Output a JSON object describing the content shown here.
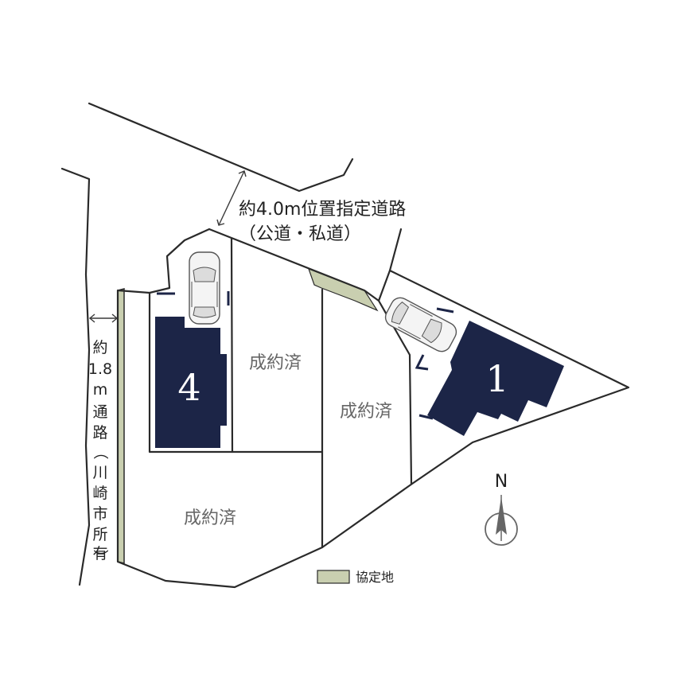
{
  "road": {
    "label_line1": "約4.0m位置指定道路",
    "label_line2": "（公道・私道）"
  },
  "walkway": {
    "chars": [
      "約",
      "1.8",
      "m",
      "通",
      "路",
      "（",
      "川",
      "崎",
      "市",
      "所",
      "有",
      "）"
    ]
  },
  "lots": [
    {
      "number": "4"
    },
    {
      "number": "1"
    }
  ],
  "sold_labels": [
    "成約済",
    "成約済",
    "成約済"
  ],
  "legend": {
    "label": "協定地",
    "swatch_color": "#c9cfb0"
  },
  "compass": {
    "north_label": "N"
  },
  "colors": {
    "house": "#1c2547",
    "agreement_land": "#c9cfb0",
    "line": "#2a2a2a"
  }
}
